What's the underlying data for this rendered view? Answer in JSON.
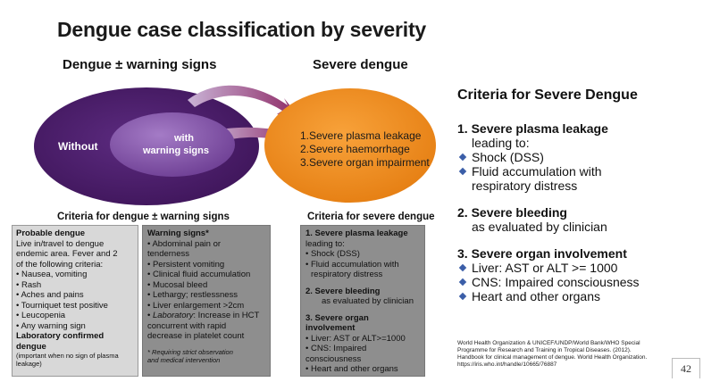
{
  "title": "Dengue case classification by severity",
  "diagram": {
    "label_dengue": "Dengue ± warning signs",
    "label_severe": "Severe dengue",
    "without": "Without",
    "with_line1": "with",
    "with_line2": "warning signs",
    "severe_items": [
      "1.Severe plasma leakage",
      "2.Severe haemorrhage",
      "3.Severe organ impairment"
    ],
    "colors": {
      "outer_purple": "#4b1f6b",
      "inner_purple": "#7a4ba0",
      "orange": "#f08c1e",
      "arrow": "#8e2a66"
    }
  },
  "criteria_ws": {
    "heading": "Criteria for dengue ± warning signs",
    "probable": {
      "title": "Probable dengue",
      "lines": [
        "Live in/travel to dengue",
        "endemic area. Fever and 2",
        "of the following criteria:",
        "• Nausea, vomiting",
        "• Rash",
        "• Aches and pains",
        "• Tourniquet test positive",
        "• Leucopenia",
        "• Any warning sign"
      ],
      "confirmed_title_1": "Laboratory confirmed",
      "confirmed_title_2": "dengue",
      "confirmed_note_1": "(important when no sign of plasma",
      "confirmed_note_2": "leakage)"
    },
    "warning": {
      "title": "Warning signs*",
      "lines": [
        "• Abdominal pain or",
        "tenderness",
        "• Persistent vomiting",
        "• Clinical fluid accumulation",
        "• Mucosal bleed",
        "• Lethargy; restlessness",
        "• Liver enlargement >2cm"
      ],
      "lab_label": "Laboratory",
      "lab_rest": ": Increase in HCT",
      "lab_lines": [
        "concurrent with rapid",
        "decrease in platelet count"
      ],
      "note_1": "* Requiring strict observation",
      "note_2": "and medical intervention"
    }
  },
  "criteria_severe": {
    "heading": "Criteria for severe dengue",
    "s1_title": "1. Severe plasma leakage",
    "s1_lines": [
      "leading to:",
      "• Shock (DSS)",
      "• Fluid accumulation with",
      "respiratory distress"
    ],
    "s2_title": "2. Severe bleeding",
    "s2_line": "as evaluated by clinician",
    "s3_title": "3. Severe organ involvement",
    "s3_lines": [
      "• Liver: AST or ALT>=1000",
      "• CNS: Impaired",
      "consciousness",
      "• Heart and other organs"
    ]
  },
  "right": {
    "title": "Criteria for Severe Dengue",
    "h1": "1. Severe plasma leakage",
    "h1_sub": "leading to:",
    "h1_b1": "Shock (DSS)",
    "h1_b2a": "Fluid accumulation with",
    "h1_b2b": "respiratory distress",
    "h2": "2. Severe bleeding",
    "h2_sub": "as evaluated by clinician",
    "h3": "3. Severe organ involvement",
    "h3_b1": "Liver: AST or ALT >= 1000",
    "h3_b2": "CNS: Impaired consciousness",
    "h3_b3": "Heart and other organs"
  },
  "reference": {
    "lines": [
      "World Health Organization & UNICEF/UNDP/World Bank/WHO Special",
      "Programme for Research and Training in Tropical Diseases. (2012).",
      "Handbook for clinical management of dengue. World Health Organization.",
      "https://iris.who.int/handle/10665/76887"
    ]
  },
  "page_number": "42"
}
